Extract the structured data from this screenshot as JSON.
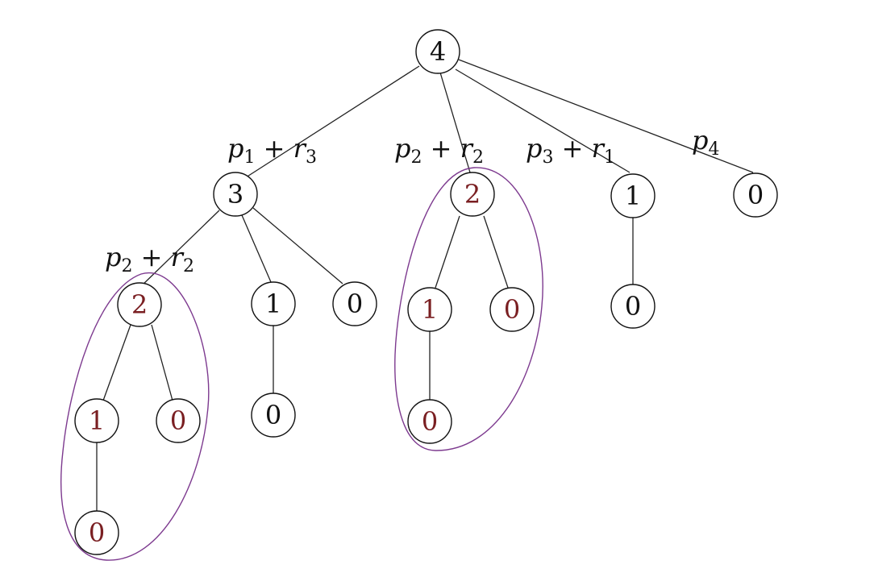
{
  "colors": {
    "node_default": "#111111",
    "node_highlight": "#7a1f22",
    "group_outline": "#7d3a8f"
  },
  "nodes": {
    "root": {
      "value": "4"
    },
    "n3": {
      "value": "3"
    },
    "n2a": {
      "value": "2"
    },
    "n1a": {
      "value": "1"
    },
    "n0a": {
      "value": "0"
    },
    "n0b": {
      "value": "0"
    },
    "n1b": {
      "value": "1"
    },
    "n0c": {
      "value": "0"
    },
    "n0d": {
      "value": "0"
    },
    "n2b": {
      "value": "2"
    },
    "n1c": {
      "value": "1"
    },
    "n0e": {
      "value": "0"
    },
    "n0f": {
      "value": "0"
    },
    "n1d": {
      "value": "1"
    },
    "n0g": {
      "value": "0"
    },
    "n0h": {
      "value": "0"
    }
  },
  "edge_labels": {
    "root_n3": {
      "a": "p",
      "a_sub": "1",
      "op": " + ",
      "b": "r",
      "b_sub": "3"
    },
    "root_n2b": {
      "a": "p",
      "a_sub": "2",
      "op": " + ",
      "b": "r",
      "b_sub": "2"
    },
    "root_n1d": {
      "a": "p",
      "a_sub": "3",
      "op": " + ",
      "b": "r",
      "b_sub": "1"
    },
    "root_n0h": {
      "a": "p",
      "a_sub": "4"
    },
    "n3_n2a": {
      "a": "p",
      "a_sub": "2",
      "op": " + ",
      "b": "r",
      "b_sub": "2"
    }
  }
}
